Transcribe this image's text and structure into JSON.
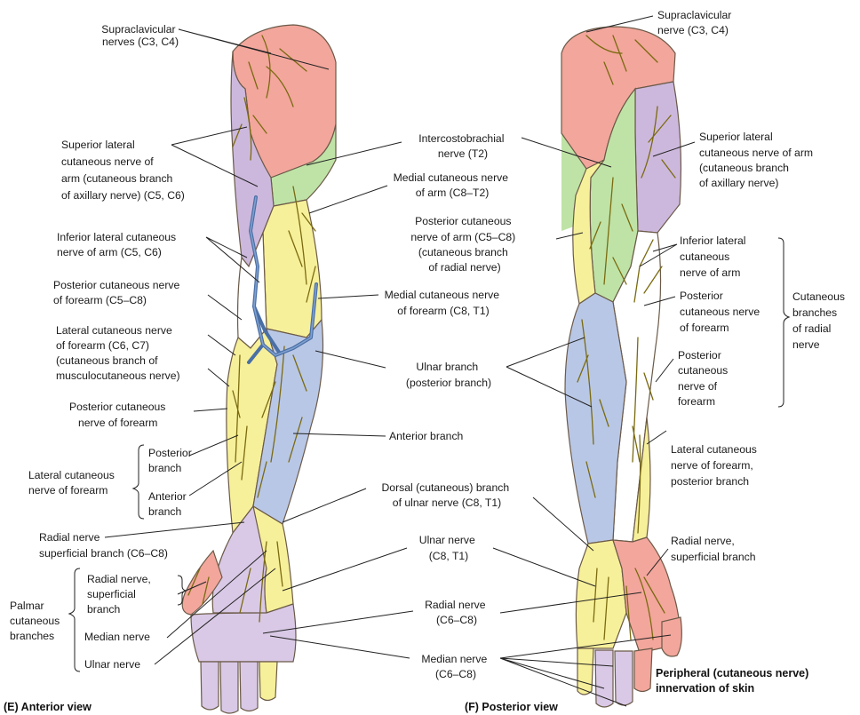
{
  "colors": {
    "supraclavicular": "#f3a69c",
    "axillary": "#cdb8dd",
    "radial": "#ffffff",
    "intercostobrachial": "#bfe3a6",
    "medial_cutaneous": "#f7f09a",
    "ulnar": "#b9c7e6",
    "median": "#d9c9e6",
    "nerve_line": "#7a6a10",
    "vein": "#4a6fa5"
  },
  "anterior": {
    "caption": "(E) Anterior view",
    "labels": {
      "supraclavicular_l1": "Supraclavicular",
      "supraclavicular_l2": "nerves (C3, C4)",
      "sup_lat_l1": "Superior lateral",
      "sup_lat_l2": "cutaneous nerve of",
      "sup_lat_l3": "arm (cutaneous branch",
      "sup_lat_l4": "of axillary nerve) (C5, C6)",
      "inf_lat_l1": "Inferior lateral cutaneous",
      "inf_lat_l2": "nerve of arm  (C5, C6)",
      "post_cut_fa_l1": "Posterior cutaneous nerve",
      "post_cut_fa_l2": "of forearm (C5–C8)",
      "lat_cut_fa_l1": "Lateral cutaneous nerve",
      "lat_cut_fa_l2": "of forearm (C6, C7)",
      "lat_cut_fa_l3": "(cutaneous branch of",
      "lat_cut_fa_l4": "musculocutaneous nerve)",
      "post_cut_fa2_l1": "Posterior cutaneous",
      "post_cut_fa2_l2": "nerve of forearm",
      "lcnf_l1": "Lateral cutaneous",
      "lcnf_l2": "nerve of forearm",
      "post_branch_l1": "Posterior",
      "post_branch_l2": "branch",
      "ant_branch_l1": "Anterior",
      "ant_branch_l2": "branch",
      "radial_sup_l1": "Radial nerve",
      "radial_sup_l2": "superficial branch (C6–C8)",
      "palmar_l1": "Palmar",
      "palmar_l2": "cutaneous",
      "palmar_l3": "branches",
      "rn_sup_l1": "Radial nerve,",
      "rn_sup_l2": "superficial",
      "rn_sup_l3": "branch",
      "median_nerve": "Median nerve",
      "ulnar_nerve": "Ulnar nerve"
    }
  },
  "center": {
    "intercosto_l1": "Intercostobrachial",
    "intercosto_l2": "nerve (T2)",
    "med_arm_l1": "Medial cutaneous nerve",
    "med_arm_l2": "of arm (C8–T2)",
    "post_arm_l1": "Posterior cutaneous",
    "post_arm_l2": "nerve of arm (C5–C8)",
    "post_arm_l3": "(cutaneous branch",
    "post_arm_l4": "of radial nerve)",
    "med_fa_l1": "Medial cutaneous nerve",
    "med_fa_l2": "of forearm (C8, T1)",
    "ulnar_branch_l1": "Ulnar branch",
    "ulnar_branch_l2": "(posterior branch)",
    "anterior_branch": "Anterior branch",
    "dorsal_l1": "Dorsal (cutaneous) branch",
    "dorsal_l2": "of ulnar nerve (C8, T1)",
    "ulnar_nerve_l1": "Ulnar nerve",
    "ulnar_nerve_l2": "(C8, T1)",
    "radial_nerve_l1": "Radial nerve",
    "radial_nerve_l2": "(C6–C8)",
    "median_nerve_l1": "Median nerve",
    "median_nerve_l2": "(C6–C8)"
  },
  "posterior": {
    "caption": "(F) Posterior view",
    "labels": {
      "supraclav_l1": "Supraclavicular",
      "supraclav_l2": "nerve (C3, C4)",
      "sup_lat_l1": "Superior lateral",
      "sup_lat_l2": "cutaneous nerve of arm",
      "sup_lat_l3": "(cutaneous branch",
      "sup_lat_l4": "of axillary nerve)",
      "inf_lat_l1": "Inferior lateral",
      "inf_lat_l2": "cutaneous",
      "inf_lat_l3": "nerve of arm",
      "pcn_l1": "Posterior",
      "pcn_l2": "cutaneous nerve",
      "pcn_l3": "of forearm",
      "pcnf_l1": "Posterior",
      "pcnf_l2": "cutaneous",
      "pcnf_l3": "nerve of",
      "pcnf_l4": "forearm",
      "cut_br_l1": "Cutaneous",
      "cut_br_l2": "branches",
      "cut_br_l3": "of radial",
      "cut_br_l4": "nerve",
      "lcnf_l1": "Lateral cutaneous",
      "lcnf_l2": "nerve of forearm,",
      "lcnf_l3": "posterior branch",
      "rn_sup_l1": "Radial nerve,",
      "rn_sup_l2": "superficial branch",
      "title_l1": "Peripheral (cutaneous nerve)",
      "title_l2": "innervation of skin"
    }
  }
}
